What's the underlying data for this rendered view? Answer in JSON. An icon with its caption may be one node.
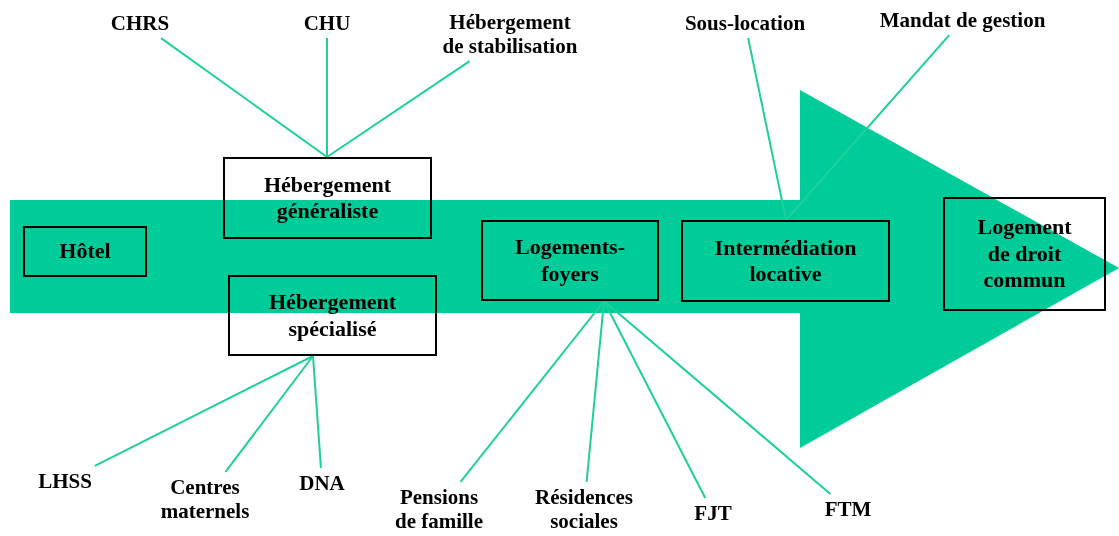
{
  "diagram": {
    "nodes": [
      {
        "text": [
          "Hôtel"
        ]
      },
      {
        "text": [
          "Hébergement généraliste"
        ]
      },
      {
        "text": [
          "Hébergement spécialisé"
        ]
      },
      {
        "text": [
          "Logements-foyers"
        ]
      },
      {
        "text": [
          "Intermédiation locative"
        ]
      },
      {
        "text": [
          "Logement de droit commun"
        ]
      },
      {
        "text": [
          "CHRS"
        ]
      },
      {
        "text": [
          "CHU"
        ]
      },
      {
        "text": [
          "Hébergement de stabilisation"
        ]
      },
      {
        "text": [
          "Sous-location"
        ]
      },
      {
        "text": [
          "Mandat de gestion"
        ]
      },
      {
        "text": [
          "LHSS"
        ]
      },
      {
        "text": [
          "Centres maternels"
        ]
      },
      {
        "text": [
          "DNA"
        ]
      },
      {
        "text": [
          "Pensions de famille"
        ]
      },
      {
        "text": [
          "Résidences sociales"
        ]
      },
      {
        "text": [
          "FJT"
        ]
      },
      {
        "text": [
          "FTM"
        ]
      }
    ],
    "edges": [
      {
        "from": 0,
        "to": 5,
        "arrow": "to",
        "style": "thick"
      },
      {
        "from": 6,
        "to": 1,
        "arrow": "none"
      },
      {
        "from": 7,
        "to": 1,
        "arrow": "none"
      },
      {
        "from": 8,
        "to": 1,
        "arrow": "none"
      },
      {
        "from": 9,
        "to": 4,
        "arrow": "none"
      },
      {
        "from": 10,
        "to": 4,
        "arrow": "none"
      },
      {
        "from": 11,
        "to": 2,
        "arrow": "none"
      },
      {
        "from": 12,
        "to": 2,
        "arrow": "none"
      },
      {
        "from": 13,
        "to": 2,
        "arrow": "none"
      },
      {
        "from": 14,
        "to": 3,
        "arrow": "none"
      },
      {
        "from": 15,
        "to": 3,
        "arrow": "none"
      },
      {
        "from": 16,
        "to": 3,
        "arrow": "none"
      },
      {
        "from": 17,
        "to": 3,
        "arrow": "none"
      }
    ]
  }
}
